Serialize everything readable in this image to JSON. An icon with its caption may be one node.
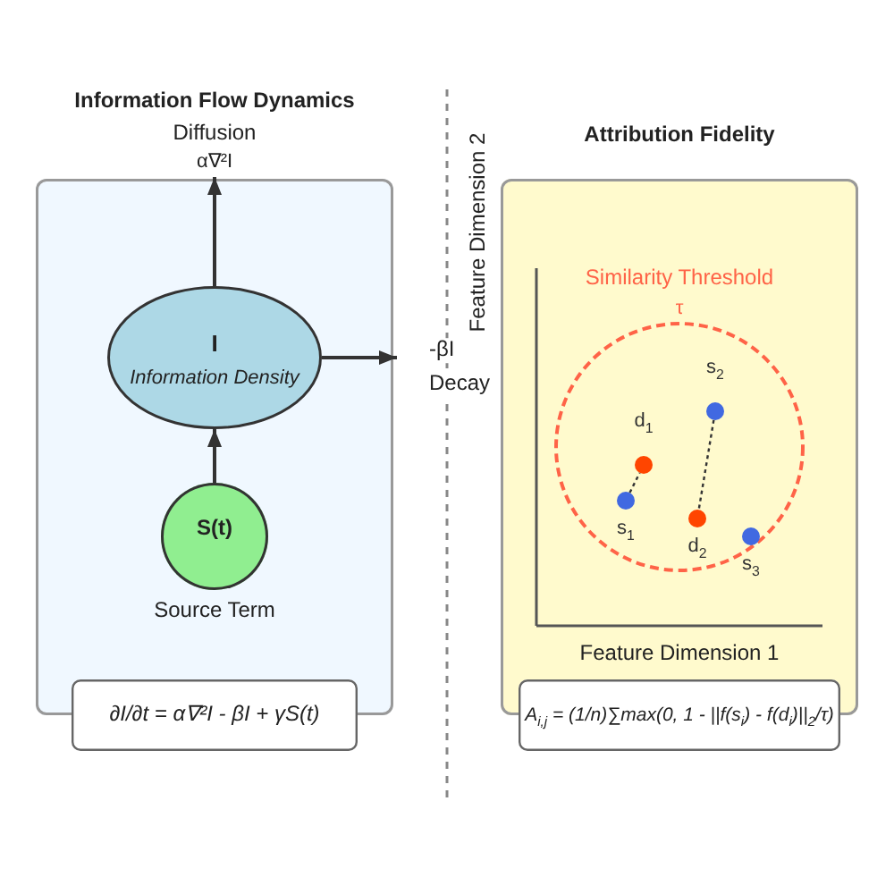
{
  "diagram": {
    "nodes": [
      {
        "text": [
          "Information Flow Dynamics"
        ]
      },
      {
        "text": [
          "Diffusion",
          "α∇²I"
        ]
      },
      {
        "text": [
          "I",
          "Information Density"
        ],
        "in": 0
      },
      {
        "text": [
          "S(t)",
          "Source Term"
        ],
        "in": 0
      },
      {
        "text": [
          "-βI",
          "Decay"
        ]
      },
      {
        "text": [
          "∂I/∂t = α∇²I - βI + γS(t)"
        ]
      },
      {
        "text": [
          "Attribution Fidelity"
        ]
      },
      {
        "text": [
          "Similarity Threshold",
          "τ"
        ],
        "in": 6
      },
      {
        "text": [],
        "shape": "circle",
        "beside": [
          "s$_{2}$"
        ],
        "in": 7
      },
      {
        "text": [],
        "shape": "circle",
        "beside": [
          "d$_{1}$"
        ],
        "in": 7
      },
      {
        "text": [],
        "shape": "circle",
        "beside": [
          "s$_{1}$"
        ],
        "in": 7
      },
      {
        "text": [],
        "shape": "circle",
        "beside": [
          "d$_{2}$"
        ],
        "in": 7
      },
      {
        "text": [],
        "shape": "circle",
        "beside": [
          "s$_{3}$"
        ],
        "in": 7
      },
      {
        "text": [
          "A$_{i,j}$ = (1/n)∑max(0, 1 - ||f(s$_{i}$) - f(d$_{i}$)||$_{2}$/τ)"
        ]
      }
    ],
    "edges": [
      {
        "from": 2,
        "to": 1,
        "arrow": "to"
      },
      {
        "from": 2,
        "to": 4,
        "arrow": "to"
      },
      {
        "from": 3,
        "to": 2,
        "arrow": "to"
      },
      {
        "from": 10,
        "to": 9,
        "arrow": "none",
        "style": "dashed"
      },
      {
        "from": 8,
        "to": 11,
        "arrow": "none",
        "style": "dashed"
      }
    ],
    "labels": [
      "Feature Dimension 2",
      "Feature Dimension 1"
    ]
  }
}
